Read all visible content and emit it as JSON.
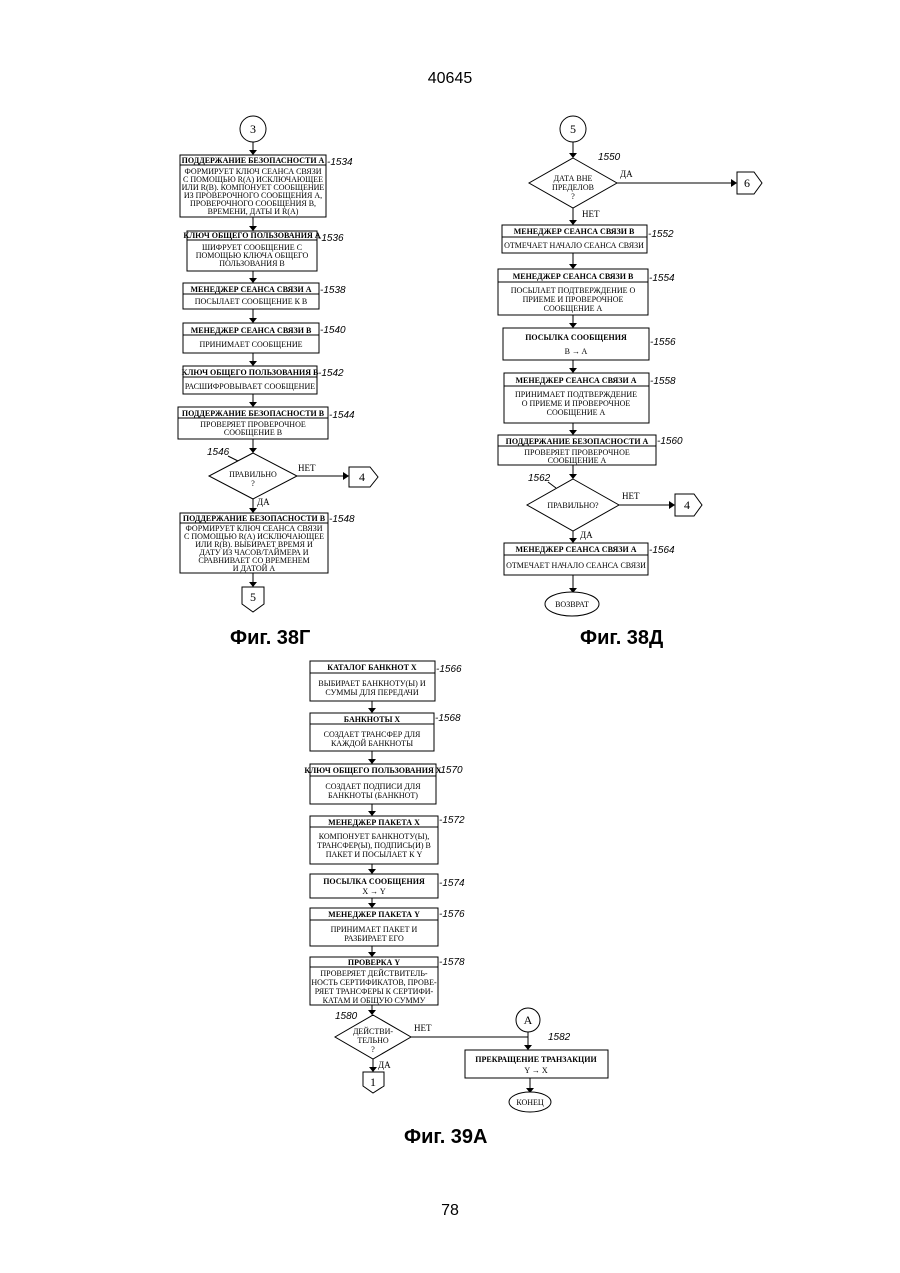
{
  "header": {
    "doc_number": "40645"
  },
  "footer": {
    "page_number": "78"
  },
  "connectors": {
    "c3": "3",
    "c5": "5",
    "c6": "6",
    "c4": "4",
    "cA": "A",
    "c1": "1"
  },
  "labels": {
    "yes": "ДА",
    "no": "НЕТ"
  },
  "fig38g": {
    "caption": "Фиг. 38Г",
    "b1534": {
      "ref": "-1534",
      "head": "ПОДДЕРЖАНИЕ БЕЗОПАСНОСТИ А",
      "lines": [
        "ФОРМИРУЕТ КЛЮЧ СЕАНСА СВЯЗИ",
        "С ПОМОЩЬЮ R(A) ИСКЛЮЧАЮЩЕЕ",
        "ИЛИ R(B). КОМПОНУЕТ СООБЩЕНИЕ",
        "ИЗ ПРОВЕРОЧНОГО СООБЩЕНИЯ А,",
        "ПРОВЕРОЧНОГО СООБЩЕНИЯ В,",
        "ВРЕМЕНИ, ДАТЫ И R(A)"
      ]
    },
    "b1536": {
      "ref": "-1536",
      "head": "КЛЮЧ ОБЩЕГО ПОЛЬЗОВАНИЯ А",
      "lines": [
        "ШИФРУЕТ СООБЩЕНИЕ С",
        "ПОМОЩЬЮ КЛЮЧА ОБЩЕГО",
        "ПОЛЬЗОВАНИЯ В"
      ]
    },
    "b1538": {
      "ref": "-1538",
      "head": "МЕНЕДЖЕР СЕАНСА СВЯЗИ А",
      "lines": [
        "ПОСЫЛАЕТ СООБЩЕНИЕ К В"
      ]
    },
    "b1540": {
      "ref": "-1540",
      "head": "МЕНЕДЖЕР СЕАНСА СВЯЗИ В",
      "lines": [
        "ПРИНИМАЕТ СООБЩЕНИЕ"
      ]
    },
    "b1542": {
      "ref": "-1542",
      "head": "КЛЮЧ ОБЩЕГО ПОЛЬЗОВАНИЯ В",
      "lines": [
        "РАСШИФРОВЫВАЕТ СООБЩЕНИЕ"
      ]
    },
    "b1544": {
      "ref": "-1544",
      "head": "ПОДДЕРЖАНИЕ БЕЗОПАСНОСТИ В",
      "lines": [
        "ПРОВЕРЯЕТ ПРОВЕРОЧНОЕ",
        "СООБЩЕНИЕ В"
      ]
    },
    "d1546": {
      "ref": "1546",
      "lines": [
        "ПРАВИЛЬНО",
        "?"
      ]
    },
    "b1548": {
      "ref": "-1548",
      "head": "ПОДДЕРЖАНИЕ БЕЗОПАСНОСТИ В",
      "lines": [
        "ФОРМИРУЕТ КЛЮЧ СЕАНСА СВЯЗИ",
        "С ПОМОЩЬЮ R(A) ИСКЛЮЧАЮЩЕЕ",
        "ИЛИ R(B). ВЫБИРАЕТ ВРЕМЯ И",
        "ДАТУ ИЗ ЧАСОВ/ТАЙМЕРА И",
        "СРАВНИВАЕТ СО ВРЕМЕНЕМ",
        "И ДАТОЙ А"
      ]
    }
  },
  "fig38d": {
    "caption": "Фиг. 38Д",
    "d1550": {
      "ref": "1550",
      "lines": [
        "ДАТА ВНЕ",
        "ПРЕДЕЛОВ",
        "?"
      ]
    },
    "b1552": {
      "ref": "-1552",
      "head": "МЕНЕДЖЕР СЕАНСА СВЯЗИ В",
      "lines": [
        "ОТМЕЧАЕТ НАЧАЛО СЕАНСА СВЯЗИ"
      ]
    },
    "b1554": {
      "ref": "-1554",
      "head": "МЕНЕДЖЕР СЕАНСА СВЯЗИ В",
      "lines": [
        "ПОСЫЛАЕТ ПОДТВЕРЖДЕНИЕ О",
        "ПРИЕМЕ И ПРОВЕРОЧНОЕ",
        "СООБЩЕНИЕ А"
      ]
    },
    "b1556": {
      "ref": "-1556",
      "lines": [
        "ПОСЫЛКА СООБЩЕНИЯ",
        "B → A"
      ]
    },
    "b1558": {
      "ref": "-1558",
      "head": "МЕНЕДЖЕР СЕАНСА СВЯЗИ А",
      "lines": [
        "ПРИНИМАЕТ ПОДТВЕРЖДЕНИЕ",
        "О ПРИЕМЕ И ПРОВЕРОЧНОЕ",
        "СООБЩЕНИЕ А"
      ]
    },
    "b1560": {
      "ref": "-1560",
      "head": "ПОДДЕРЖАНИЕ БЕЗОПАСНОСТИ А",
      "lines": [
        "ПРОВЕРЯЕТ ПРОВЕРОЧНОЕ",
        "СООБЩЕНИЕ А"
      ]
    },
    "d1562": {
      "ref": "1562",
      "lines": [
        "ПРАВИЛЬНО?"
      ]
    },
    "b1564": {
      "ref": "-1564",
      "head": "МЕНЕДЖЕР СЕАНСА СВЯЗИ А",
      "lines": [
        "ОТМЕЧАЕТ НАЧАЛО СЕАНСА СВЯЗИ"
      ]
    },
    "end": "ВОЗВРАТ"
  },
  "fig39a": {
    "caption": "Фиг. 39А",
    "b1566": {
      "ref": "-1566",
      "head": "КАТАЛОГ БАНКНОТ X",
      "lines": [
        "ВЫБИРАЕТ БАНКНОТУ(Ы) И",
        "СУММЫ ДЛЯ ПЕРЕДАЧИ"
      ]
    },
    "b1568": {
      "ref": "-1568",
      "head": "БАНКНОТЫ X",
      "lines": [
        "СОЗДАЕТ ТРАНСФЕР ДЛЯ",
        "КАЖДОЙ БАНКНОТЫ"
      ]
    },
    "b1570": {
      "ref": "-1570",
      "head": "КЛЮЧ ОБЩЕГО ПОЛЬЗОВАНИЯ X",
      "lines": [
        "СОЗДАЕТ ПОДПИСИ ДЛЯ",
        "БАНКНОТЫ (БАНКНОТ)"
      ]
    },
    "b1572": {
      "ref": "-1572",
      "head": "МЕНЕДЖЕР ПАКЕТА X",
      "lines": [
        "КОМПОНУЕТ БАНКНОТУ(Ы),",
        "ТРАНСФЕР(Ы), ПОДПИСЬ(И) В",
        "ПАКЕТ И ПОСЫЛАЕТ К Y"
      ]
    },
    "b1574": {
      "ref": "-1574",
      "lines": [
        "ПОСЫЛКА СООБЩЕНИЯ",
        "X → Y"
      ]
    },
    "b1576": {
      "ref": "-1576",
      "head": "МЕНЕДЖЕР ПАКЕТА Y",
      "lines": [
        "ПРИНИМАЕТ ПАКЕТ И",
        "РАЗБИРАЕТ ЕГО"
      ]
    },
    "b1578": {
      "ref": "-1578",
      "head": "ПРОВЕРКА Y",
      "lines": [
        "ПРОВЕРЯЕТ ДЕЙСТВИТЕЛЬ-",
        "НОСТЬ СЕРТИФИКАТОВ, ПРОВЕ-",
        "РЯЕТ ТРАНСФЕРЫ К СЕРТИФИ-",
        "КАТАМ И ОБЩУЮ СУММУ"
      ]
    },
    "d1580": {
      "ref": "1580",
      "lines": [
        "ДЕЙСТВИ-",
        "ТЕЛЬНО",
        "?"
      ]
    },
    "b1582": {
      "ref": "1582",
      "lines": [
        "ПРЕКРАЩЕНИЕ ТРАНЗАКЦИИ",
        "Y → X"
      ]
    },
    "end": "КОНЕЦ"
  }
}
